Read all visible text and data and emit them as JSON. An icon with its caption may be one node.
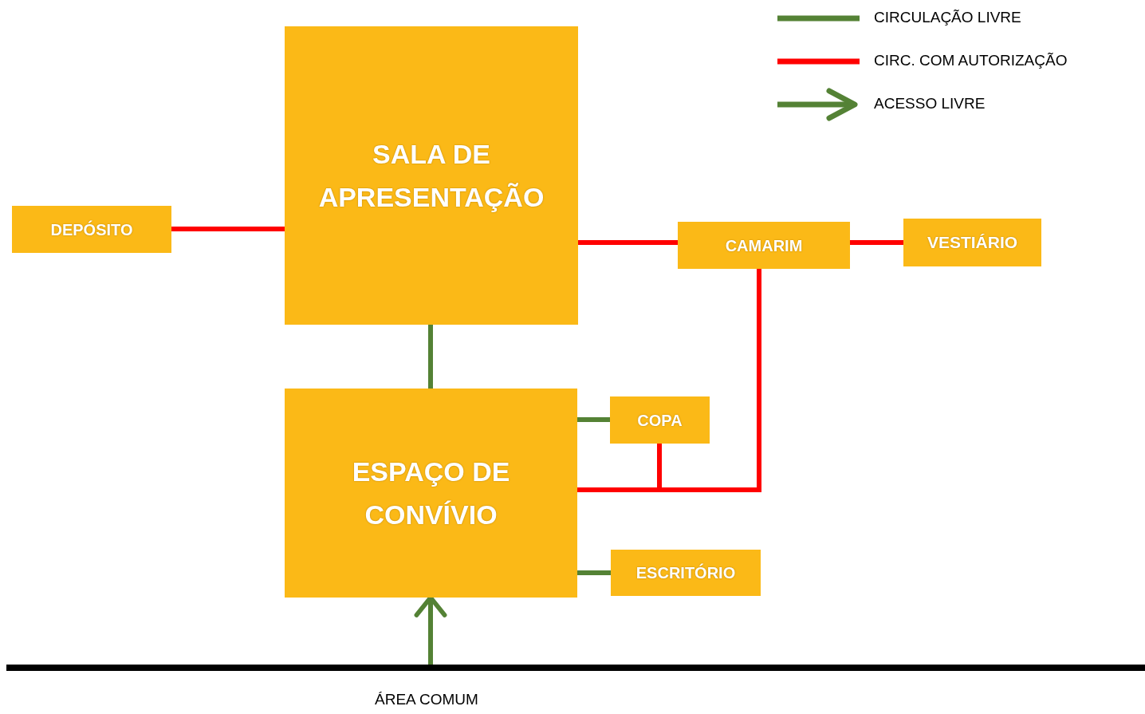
{
  "diagram": {
    "nodes": [
      {
        "text": [
          "SALA DE APRESENTAÇÃO"
        ]
      },
      {
        "text": [
          "DEPÓSITO"
        ]
      },
      {
        "text": [
          "CAMARIM"
        ]
      },
      {
        "text": [
          "VESTIÁRIO"
        ]
      },
      {
        "text": [
          "ESPAÇO DE CONVÍVIO"
        ]
      },
      {
        "text": [
          "COPA"
        ]
      },
      {
        "text": [
          "ESCRITÓRIO"
        ]
      },
      {
        "text": [],
        "shape": "bar",
        "beside": [
          "ÁREA COMUM"
        ]
      }
    ],
    "edges": [
      {
        "from": 1,
        "to": 0,
        "arrow": "none"
      },
      {
        "from": 0,
        "to": 2,
        "arrow": "none"
      },
      {
        "from": 2,
        "to": 3,
        "arrow": "none"
      },
      {
        "from": 0,
        "to": 4,
        "arrow": "none",
        "color": "#548235"
      },
      {
        "from": 4,
        "to": 5,
        "arrow": "none",
        "color": "#548235"
      },
      {
        "from": 4,
        "to": 6,
        "arrow": "none",
        "color": "#548235"
      },
      {
        "from": 4,
        "to": 2,
        "arrow": "none"
      },
      {
        "from": 5,
        "to": 4,
        "arrow": "none"
      },
      {
        "from": 5,
        "to": 2,
        "arrow": "none"
      },
      {
        "from": 7,
        "to": 4,
        "arrow": "to",
        "color": "#548235"
      }
    ],
    "legend": [
      {
        "text": "CIRCULAÇÃO LIVRE"
      },
      {
        "text": "CIRC. COM AUTORIZAÇÃO"
      },
      {
        "text": "ACESSO LIVRE"
      }
    ]
  }
}
